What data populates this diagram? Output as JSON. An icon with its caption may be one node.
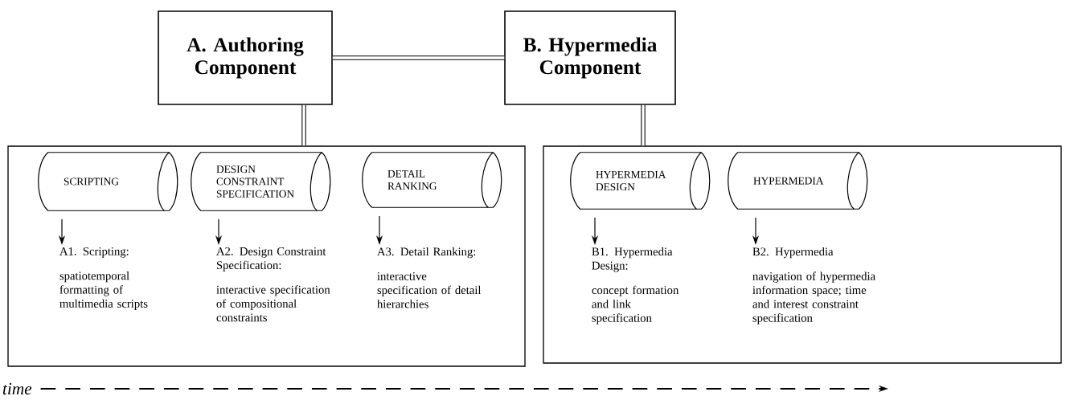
{
  "diagram": {
    "nodes": [
      {
        "text": [
          "A. Authoring Component"
        ]
      },
      {
        "text": [
          "B. Hypermedia Component"
        ]
      },
      {
        "text": [],
        "shape": "box"
      },
      {
        "text": [],
        "shape": "box"
      },
      {
        "text": [
          "SCRIPTING"
        ],
        "in": 2
      },
      {
        "text": [
          "DESIGN CONSTRAINT SPECIFICATION"
        ],
        "in": 2
      },
      {
        "text": [
          "DETAIL RANKING"
        ],
        "in": 2
      },
      {
        "text": [
          "HYPERMEDIA DESIGN"
        ],
        "in": 3
      },
      {
        "text": [
          "HYPERMEDIA"
        ],
        "in": 3
      },
      {
        "text": [
          "A1. Scripting:",
          "spatiotemporal formatting of multimedia scripts"
        ],
        "in": 2
      },
      {
        "text": [
          "A2. Design Constraint Specification:",
          "interactive specification of compositional constraints"
        ],
        "in": 2
      },
      {
        "text": [
          "A3. Detail Ranking:",
          "interactive specification of detail hierarchies"
        ],
        "in": 2
      },
      {
        "text": [
          "B1. Hypermedia Design:",
          "concept formation and link specification"
        ],
        "in": 3
      },
      {
        "text": [
          "B2. Hypermedia",
          "navigation of hypermedia information space; time and interest constraint specification"
        ],
        "in": 3
      },
      {
        "text": [
          "time"
        ]
      }
    ],
    "edges": [
      {
        "from": 0,
        "to": 1,
        "arrow": "none",
        "style": "thick"
      },
      {
        "from": 0,
        "to": 2,
        "arrow": "none",
        "style": "thick"
      },
      {
        "from": 1,
        "to": 3,
        "arrow": "none",
        "style": "thick"
      },
      {
        "from": 4,
        "to": 9,
        "arrow": "to"
      },
      {
        "from": 5,
        "to": 10,
        "arrow": "to"
      },
      {
        "from": 6,
        "to": 11,
        "arrow": "to"
      },
      {
        "from": 7,
        "to": 12,
        "arrow": "to"
      },
      {
        "from": 8,
        "to": 13,
        "arrow": "to"
      },
      {
        "from": 14,
        "to": null,
        "arrow": "to",
        "style": "dashed"
      }
    ]
  }
}
